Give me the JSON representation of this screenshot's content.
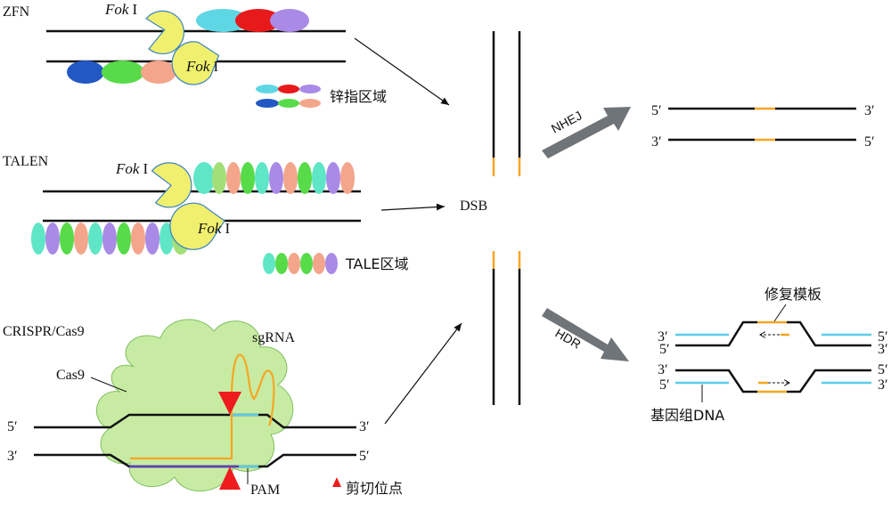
{
  "sections": {
    "zfn": "ZFN",
    "talen": "TALEN",
    "crispr": "CRISPR/Cas9"
  },
  "fok": {
    "italic": "Fok",
    "roman": "I"
  },
  "legends": {
    "zinc_finger": "锌指区域",
    "tale": "TALE区域",
    "cut_site": "剪切位点"
  },
  "crispr_labels": {
    "cas9": "Cas9",
    "sgrna": "sgRNA",
    "pam": "PAM",
    "five_prime": "5′",
    "three_prime": "3′"
  },
  "dsb": "DSB",
  "pathways": {
    "nhej": "NHEJ",
    "hdr": "HDR"
  },
  "nhej_ends": {
    "five_prime": "5′",
    "three_prime": "3′"
  },
  "hdr_labels": {
    "template": "修复模板",
    "genomic": "基因组DNA",
    "five_prime": "5′",
    "three_prime": "3′"
  },
  "colors": {
    "dna": "#111111",
    "fok": "#f0ef6e",
    "cut_mark": "#ee1c1c",
    "break_end": "#f5a623",
    "template_strand": "#5ccbea",
    "pam": "#5a3fc0",
    "pathway_arrow": "#6f7479",
    "cas9": "#c8eba4"
  }
}
